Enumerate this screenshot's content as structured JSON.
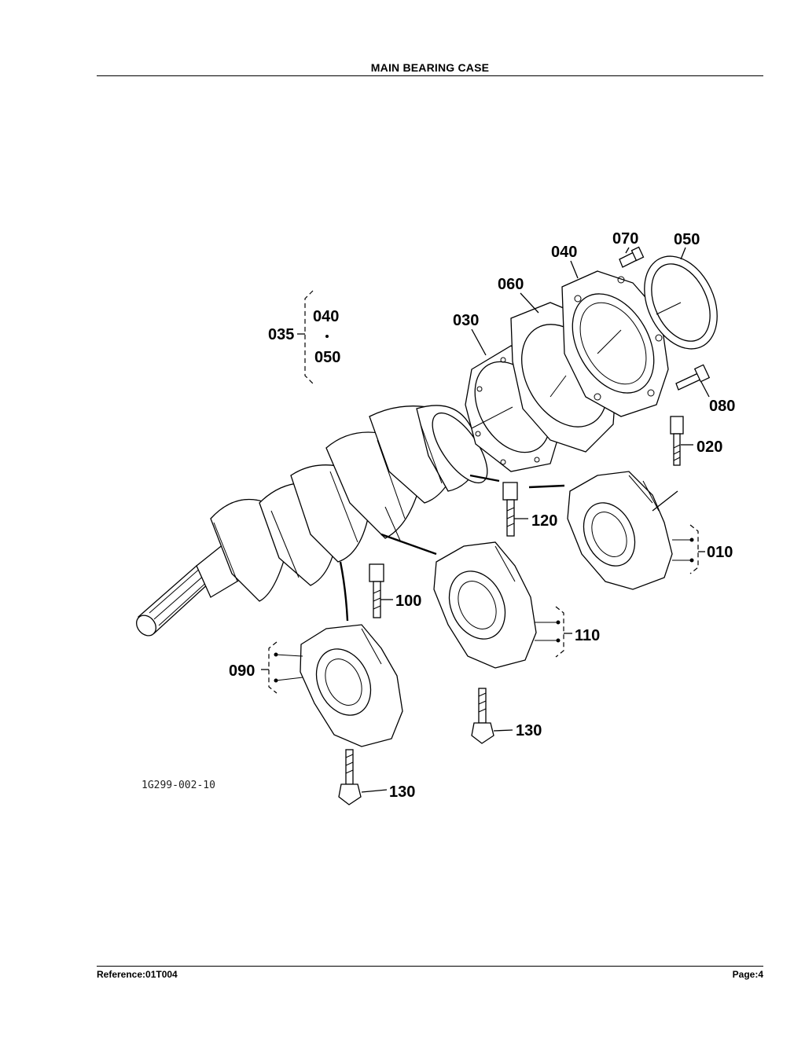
{
  "header": {
    "title": "MAIN BEARING CASE"
  },
  "footer": {
    "reference": "Reference:01T004",
    "page": "Page:4"
  },
  "diagram": {
    "figure_code": "1G299-002-10",
    "callouts": {
      "c070": "070",
      "c050": "050",
      "c040": "040",
      "c060": "060",
      "c030": "030",
      "c035": "035",
      "c035_040": "040",
      "c035_050": "050",
      "c080": "080",
      "c020": "020",
      "c120": "120",
      "c010": "010",
      "c100": "100",
      "c110": "110",
      "c090": "090",
      "c130a": "130",
      "c130b": "130"
    }
  }
}
